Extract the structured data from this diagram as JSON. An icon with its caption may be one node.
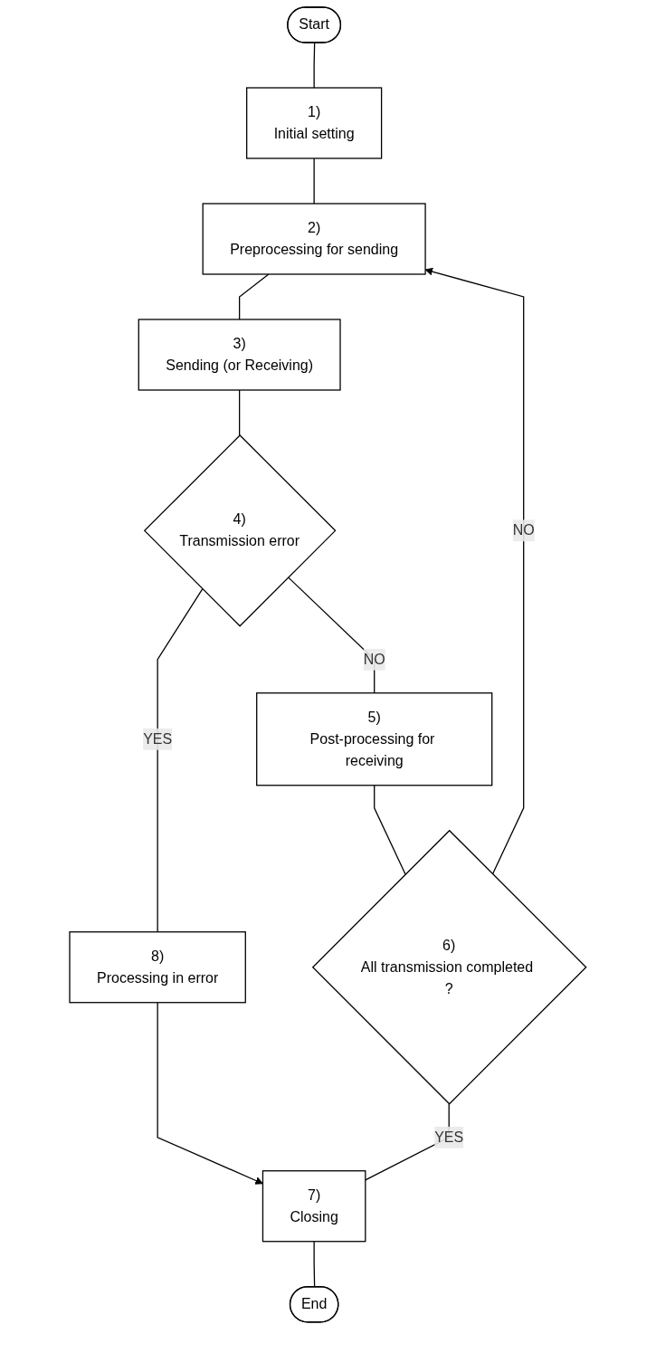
{
  "diagram": {
    "nodes": [
      {
        "text": [
          "Start"
        ]
      },
      {
        "text": [
          "1)",
          "Initial setting"
        ]
      },
      {
        "text": [
          "2)",
          "Preprocessing for sending"
        ]
      },
      {
        "text": [
          "3)",
          "Sending (or Receiving)"
        ]
      },
      {
        "text": [
          "4)",
          "Transmission error"
        ]
      },
      {
        "text": [
          "5)",
          "Post-processing for receiving"
        ]
      },
      {
        "text": [
          "6)",
          "All transmission completed ?"
        ]
      },
      {
        "text": [
          "7)",
          "Closing"
        ]
      },
      {
        "text": [
          "End"
        ]
      },
      {
        "text": [
          "8)",
          "Processing in error"
        ]
      }
    ],
    "edges": [
      {
        "from": 0,
        "to": 1,
        "arrow": "none"
      },
      {
        "from": 1,
        "to": 2,
        "arrow": "none"
      },
      {
        "from": 2,
        "to": 3,
        "arrow": "none"
      },
      {
        "from": 3,
        "to": 4,
        "arrow": "none"
      },
      {
        "from": 4,
        "to": 9,
        "label": "YES",
        "arrow": "none"
      },
      {
        "from": 4,
        "to": 5,
        "label": "NO",
        "arrow": "none"
      },
      {
        "from": 5,
        "to": 6,
        "arrow": "none"
      },
      {
        "from": 6,
        "to": 2,
        "label": "NO",
        "arrow": "to"
      },
      {
        "from": 6,
        "to": 7,
        "label": "YES",
        "arrow": "none"
      },
      {
        "from": 9,
        "to": 7,
        "arrow": "to"
      },
      {
        "from": 7,
        "to": 8,
        "arrow": "none"
      }
    ]
  }
}
